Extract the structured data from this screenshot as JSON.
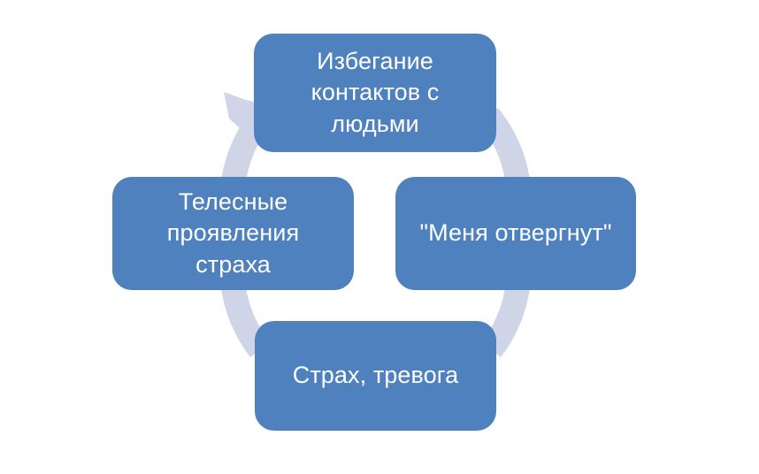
{
  "diagram": {
    "type": "cycle",
    "title": "",
    "colors": {
      "node_fill": "#4E81BD",
      "node_text": "#FFFFFF",
      "arc_fill": "#CFD5E6",
      "background": "#FFFFFF"
    },
    "nodes": [
      {
        "id": "avoidance",
        "position": "top",
        "label": "Избегание\nконтактов с\nлюдьми"
      },
      {
        "id": "rejection-thought",
        "position": "right",
        "label": "\"Меня отвергнут\""
      },
      {
        "id": "fear-anxiety",
        "position": "bottom",
        "label": "Страх, тревога"
      },
      {
        "id": "bodily-fear",
        "position": "left",
        "label": "Телесные\nпроявления\nстраха"
      }
    ],
    "connectors": [
      {
        "id": "arc-top-right",
        "from": "avoidance",
        "to": "rejection-thought",
        "has_arrowhead": false
      },
      {
        "id": "arc-bottom-right",
        "from": "rejection-thought",
        "to": "fear-anxiety",
        "has_arrowhead": false
      },
      {
        "id": "arc-bottom-left",
        "from": "fear-anxiety",
        "to": "bodily-fear",
        "has_arrowhead": false
      },
      {
        "id": "arc-top-left",
        "from": "bodily-fear",
        "to": "avoidance",
        "has_arrowhead": true
      }
    ]
  }
}
